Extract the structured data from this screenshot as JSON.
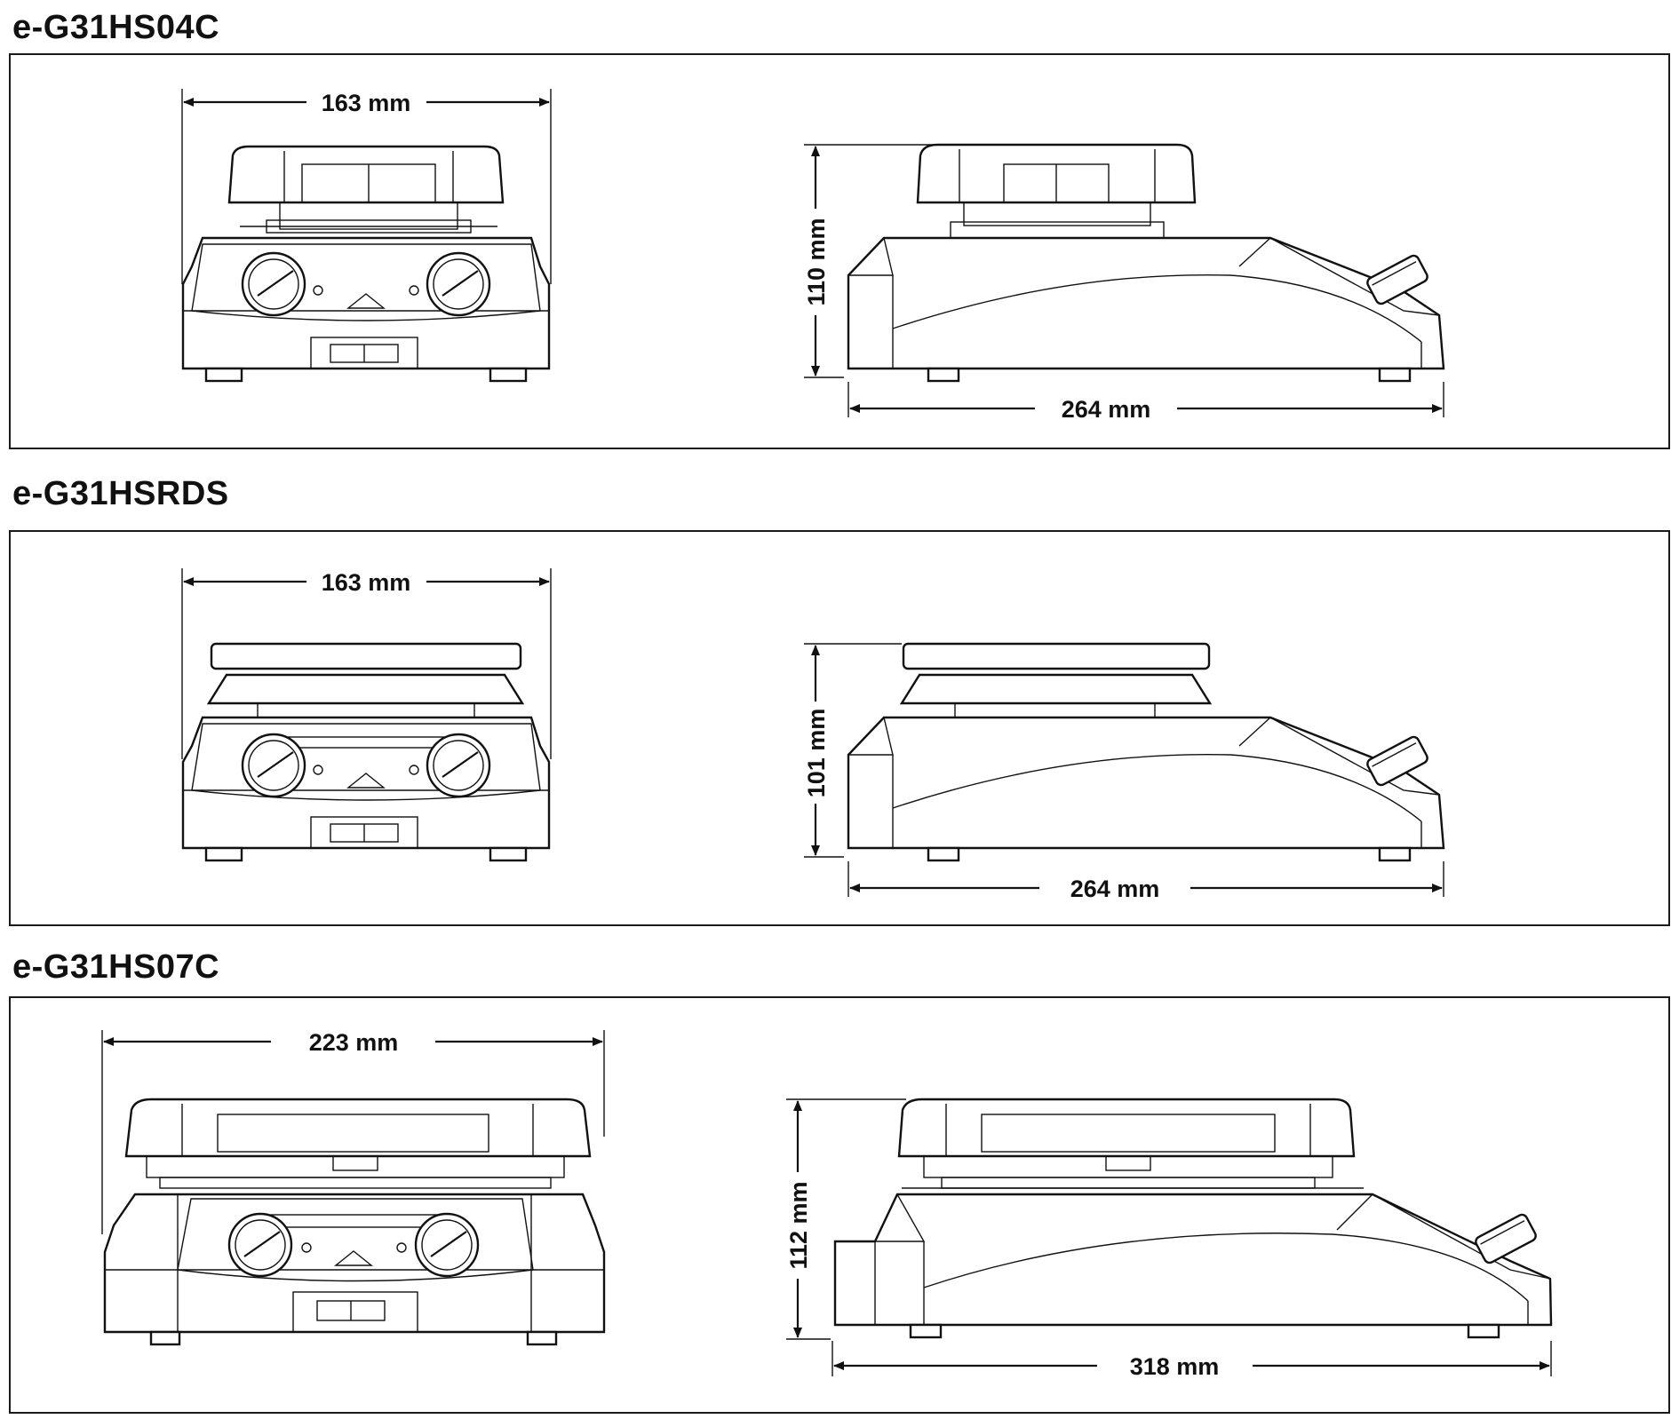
{
  "sections": [
    {
      "model": "e-G31HS04C",
      "front_width": "163 mm",
      "side_height": "110 mm",
      "side_depth": "264 mm"
    },
    {
      "model": "e-G31HSRDS",
      "front_width": "163 mm",
      "side_height": "101 mm",
      "side_depth": "264 mm"
    },
    {
      "model": "e-G31HS07C",
      "front_width": "223 mm",
      "side_height": "112 mm",
      "side_depth": "318 mm"
    }
  ]
}
